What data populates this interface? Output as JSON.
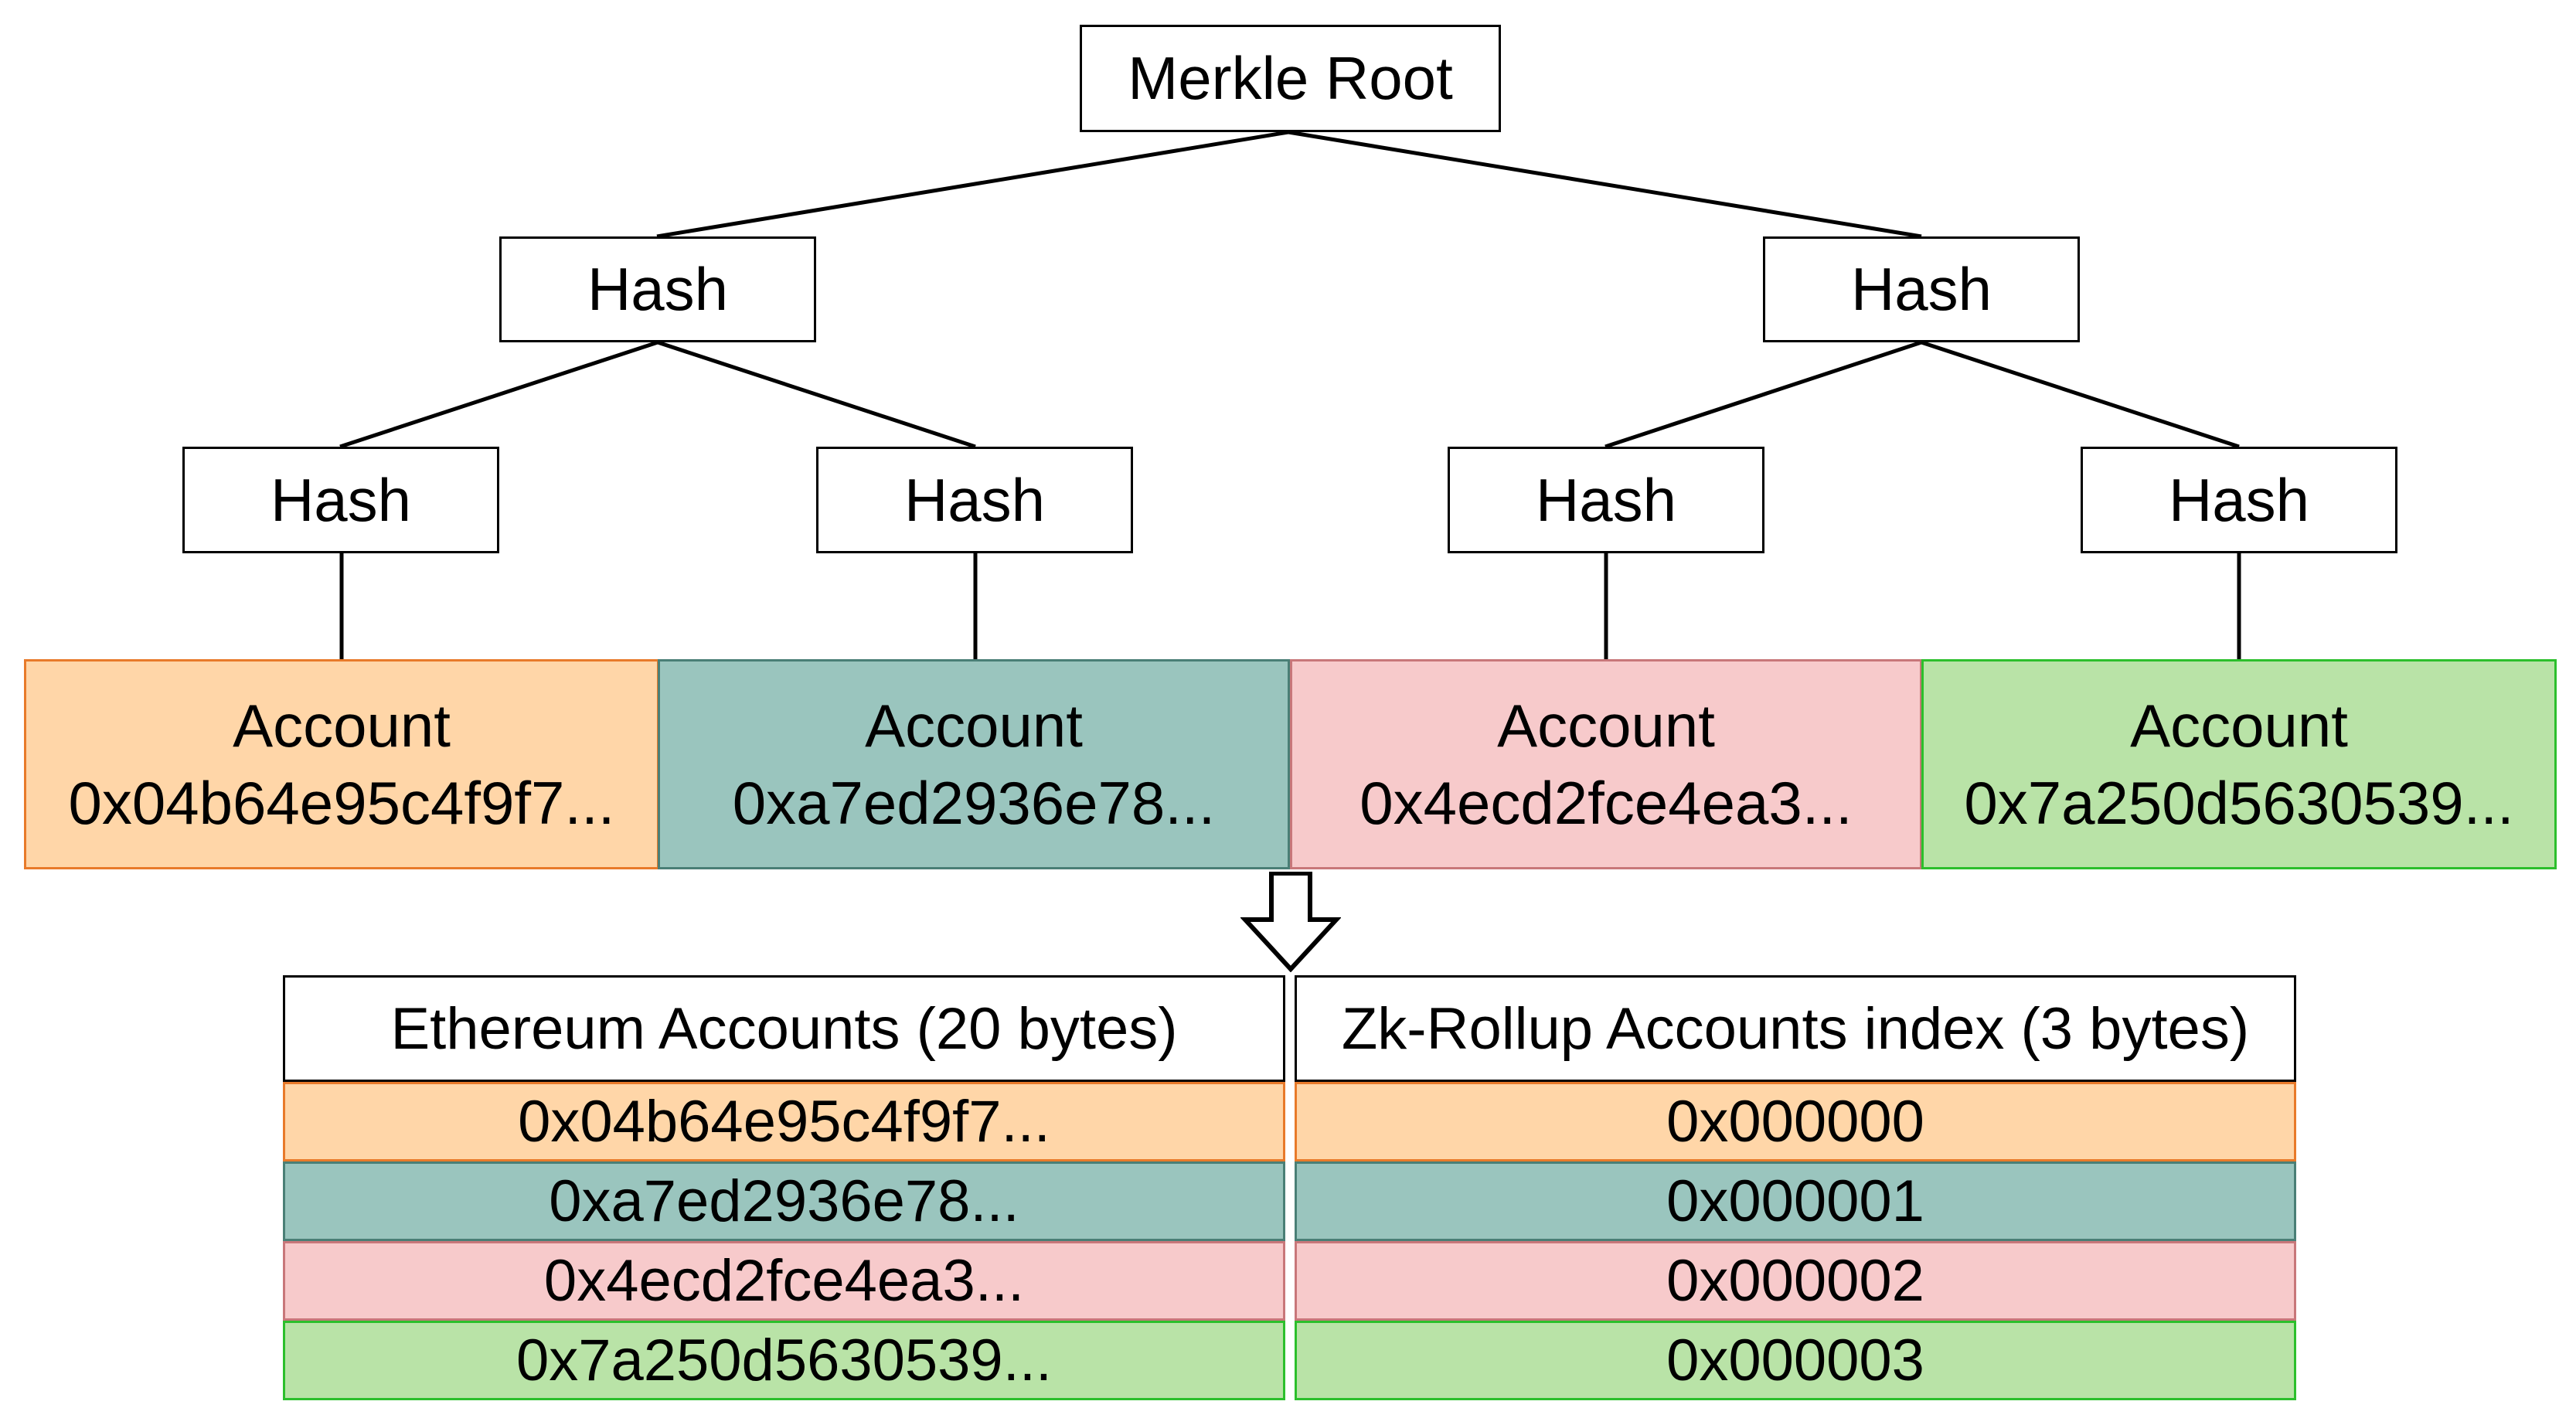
{
  "tree": {
    "root": {
      "label": "Merkle Root"
    },
    "level1": [
      {
        "label": "Hash"
      },
      {
        "label": "Hash"
      }
    ],
    "level2": [
      {
        "label": "Hash"
      },
      {
        "label": "Hash"
      },
      {
        "label": "Hash"
      },
      {
        "label": "Hash"
      }
    ]
  },
  "accounts": [
    {
      "label": "Account",
      "address": "0x04b64e95c4f9f7...",
      "color": "#FFD6A8",
      "border": "#E87A2A"
    },
    {
      "label": "Account",
      "address": "0xa7ed2936e78...",
      "color": "#9AC5BE",
      "border": "#4A7F76"
    },
    {
      "label": "Account",
      "address": "0x4ecd2fce4ea3...",
      "color": "#F7CACB",
      "border": "#C8777A"
    },
    {
      "label": "Account",
      "address": "0x7a250d5630539...",
      "color": "#B9E3A7",
      "border": "#2CBF2C"
    }
  ],
  "mapping_table": {
    "headers": [
      "Ethereum Accounts (20 bytes)",
      "Zk-Rollup Accounts index (3 bytes)"
    ],
    "rows": [
      {
        "ethereum": "0x04b64e95c4f9f7...",
        "index": "0x000000",
        "color": "#FFD6A8",
        "border": "#E87A2A"
      },
      {
        "ethereum": "0xa7ed2936e78...",
        "index": "0x000001",
        "color": "#9AC5BE",
        "border": "#4A7F76"
      },
      {
        "ethereum": "0x4ecd2fce4ea3...",
        "index": "0x000002",
        "color": "#F7CACB",
        "border": "#C8777A"
      },
      {
        "ethereum": "0x7a250d5630539...",
        "index": "0x000003",
        "color": "#B9E3A7",
        "border": "#2CBF2C"
      }
    ]
  }
}
